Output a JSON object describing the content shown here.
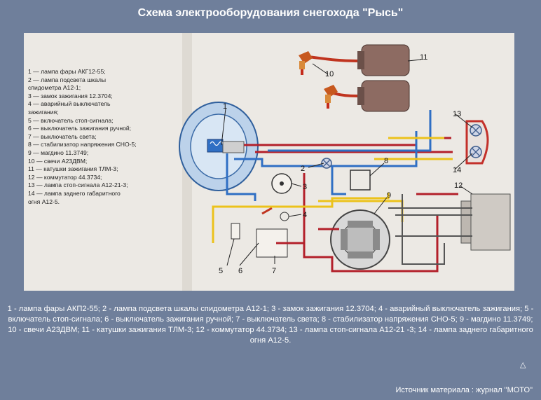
{
  "title": "Схема электрооборудования снегохода \"Рысь\"",
  "legend": [
    "1 — лампа фары АКГ12-55;",
    "2 — лампа подсвета шкалы",
    "спидометра А12-1;",
    "3 — замок зажигания 12.3704;",
    "4 — аварийный выключатель",
    "зажигания;",
    "5 — включатель стоп-сигнала;",
    "6 — выключатель зажигания ручной;",
    "7 — выключатель света;",
    "8 — стабилизатор напряжения СНО-5;",
    "9 — магдино 11.3749;",
    "10 — свечи А23ДВМ;",
    "11 — катушки зажигания ТЛМ-3;",
    "12 — коммутатор 44.3734;",
    "13 — лампа стоп-сигнала А12-21-3;",
    "14 — лампа заднего габаритного",
    "огня А12-5."
  ],
  "callouts": [
    "1",
    "2",
    "3",
    "4",
    "5",
    "6",
    "7",
    "8",
    "9",
    "10",
    "11",
    "12",
    "13",
    "14"
  ],
  "caption": "1 - лампа фары АКП2-55; 2 - лампа подсвета шкалы спидометра А12-1; 3 - замок зажигания 12.3704; 4 - аварийный выключатель зажигания; 5 - включатель стоп-сигнала; 6 - выключатель зажигания ручной; 7 - выключатель света; 8 - стабилизатор напряжения СНО-5; 9 - магдино 11.3749; 10 - свечи А23ДВМ; 11 - катушки зажигания ТЛМ-3; 12 - коммутатор 44.3734; 13 - лампа стоп-сигнала А12-21 -3; 14 - лампа заднего габаритного огня А12-5.",
  "source": "Источник материала : журнал \"МОТО\"",
  "up_icon": "△",
  "colors": {
    "background": "#6f7f9b",
    "paper": "#ece9e4",
    "wire_red": "#b3202a",
    "wire_blue": "#2f6fc4",
    "wire_yellow": "#ecc21b",
    "wire_gray": "#555555"
  }
}
